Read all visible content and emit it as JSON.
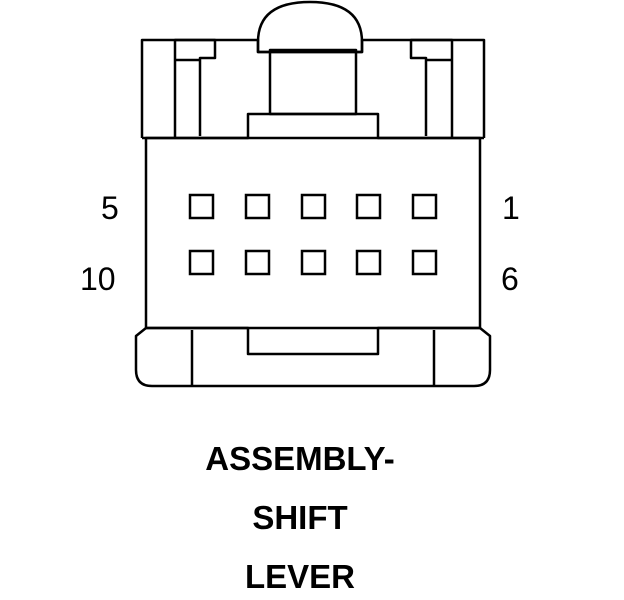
{
  "connector": {
    "pin_rows": [
      {
        "left_label": "5",
        "right_label": "1"
      },
      {
        "left_label": "10",
        "right_label": "6"
      }
    ],
    "pins_per_row": 5
  },
  "caption": {
    "line1": "ASSEMBLY-",
    "line2": "SHIFT",
    "line3": "LEVER"
  },
  "colors": {
    "line": "#000000",
    "background": "#ffffff"
  }
}
